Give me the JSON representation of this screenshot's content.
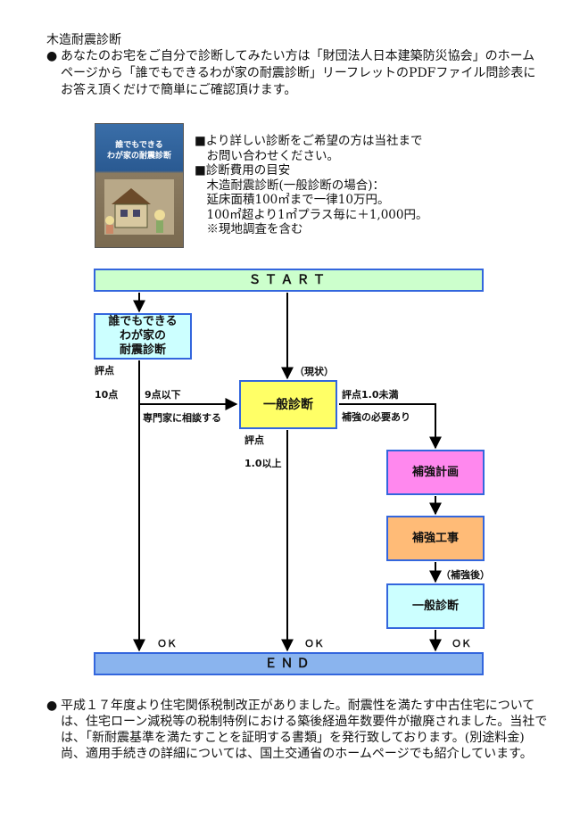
{
  "page": {
    "title": "木造耐震診断",
    "intro": "あなたのお宅をご自分で診断してみたい方は「財団法人日本建築防災協会」のホームページから「誰でもできるわが家の耐震診断」リーフレットのPDFファイル問診表にお答え頂くだけで簡単にご確認頂けます。",
    "bullet_symbol": "●"
  },
  "cover": {
    "title": "誰でもできる\nわが家の耐震診断"
  },
  "info_text": "■より詳しい診断をご希望の方は当社まで\n　お問い合わせください。\n■診断費用の目安\n　木造耐震診断(一般診断の場合)：\n　延床面積100㎡まで一律10万円。\n　100㎡超より1㎡プラス毎に＋1,000円。\n　※現地調査を含む",
  "flow": {
    "start": "ＳＴＡＲＴ",
    "end": "ＥＮＤ",
    "self_check": "誰でもできる\nわが家の\n耐震診断",
    "general": "一般診断",
    "plan": "補強計画",
    "work": "補強工事",
    "general2": "一般診断",
    "labels": {
      "hyoten1": "評点",
      "ten10": "10点",
      "nine_below": "9点以下",
      "consult": "専門家に相談する",
      "genjo": "（現状）",
      "hyoten_lt": "評点1.0未満",
      "need_reinforce": "補強の必要あり",
      "hyoten2": "評点",
      "over1": "1.0以上",
      "after": "（補強後）",
      "ok": "ＯＫ"
    }
  },
  "footer": {
    "para1": "平成１７年度より住宅関係税制改正がありました。耐震性を満たす中古住宅については、住宅ローン減税等の税制特例における築後経過年数要件が撤廃されました。当社では、「新耐震基準を満たすことを証明する書類」を発行致しております。(別途料金)",
    "para2": "尚、適用手続きの詳細については、国土交通省のホームページでも紹介しています。"
  },
  "colors": {
    "start_fill": "#ccffcc",
    "end_fill": "#8ab4ee",
    "border_blue": "#3366dd",
    "self_check_fill": "#ccffff",
    "general_fill": "#ffff66",
    "plan_fill": "#ff88ee",
    "work_fill": "#ffbb77",
    "general2_fill": "#ccffff",
    "arrow": "#000000"
  }
}
